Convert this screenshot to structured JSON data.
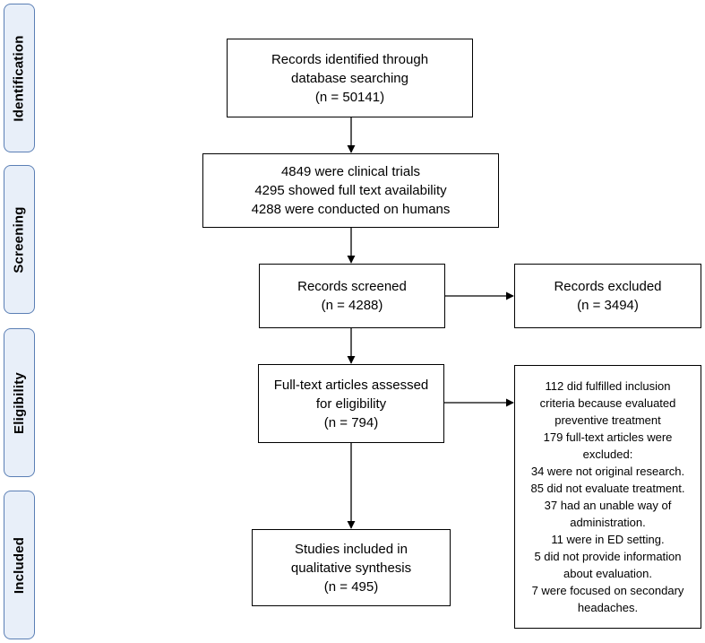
{
  "colors": {
    "phase_fill": "#e8eff9",
    "phase_border": "#5b7fb5",
    "box_border": "#000000",
    "arrow": "#000000"
  },
  "phases": [
    {
      "key": "identification",
      "label": "Identification"
    },
    {
      "key": "screening",
      "label": "Screening"
    },
    {
      "key": "eligibility",
      "label": "Eligibility"
    },
    {
      "key": "included",
      "label": "Included"
    }
  ],
  "boxes": {
    "identified": {
      "lines": [
        "Records identified through",
        "database searching",
        "(n = 50141)"
      ]
    },
    "filters": {
      "lines": [
        "4849 were clinical trials",
        "4295 showed full text availability",
        "4288 were conducted on humans"
      ]
    },
    "screened": {
      "lines": [
        "Records screened",
        "(n = 4288)"
      ]
    },
    "excluded": {
      "lines": [
        "Records excluded",
        "(n = 3494)"
      ]
    },
    "fulltext": {
      "lines": [
        "Full-text articles assessed",
        "for eligibility",
        "(n = 794)"
      ]
    },
    "fulltext_excluded": {
      "lines": [
        "112 did fulfilled inclusion",
        "criteria because evaluated",
        "preventive treatment",
        "179 full-text articles were",
        "excluded:",
        "34 were not original research.",
        "85 did not evaluate treatment.",
        "37 had an unable way of",
        "administration.",
        "11 were in ED setting.",
        "5 did not provide information",
        "about evaluation.",
        "7 were focused on secondary",
        "headaches."
      ]
    },
    "included": {
      "lines": [
        "Studies included in",
        "qualitative synthesis",
        "(n = 495)"
      ]
    }
  }
}
